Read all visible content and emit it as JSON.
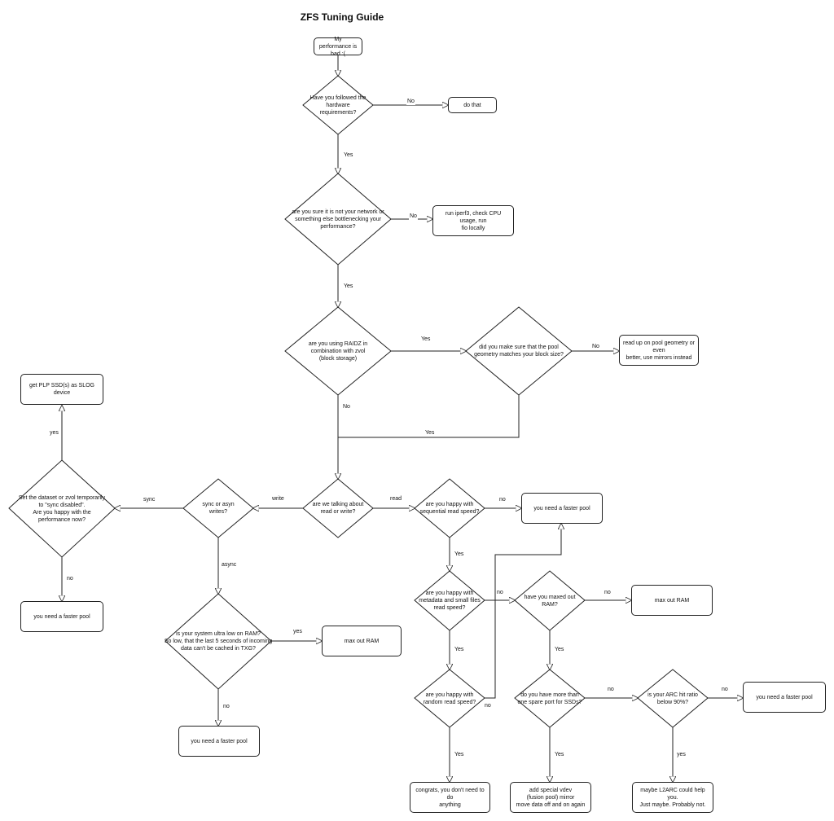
{
  "title": "ZFS Tuning Guide",
  "nodes": {
    "start": "My performance is\nbad :(",
    "q_hardware": "Have you followed the\nhardware requirements?",
    "do_that": "do that",
    "q_network": "are you sure it is not your network or\nsomething else bottlenecking your\nperformance?",
    "run_iperf": "run iperf3, check CPU usage, run\nfio locally",
    "q_raidz": "are you using RAIDZ in\ncombination with zvol\n(block storage)",
    "q_geometry": "did you make sure that the pool\ngeometry matches your block size?",
    "read_geometry": "read up on pool geometry or even\nbetter, use mirrors instead",
    "q_readwrite": "are we talking about\nread or write?",
    "q_sync": "sync or asyn\nwrites?",
    "q_sync_disabled": "Set the dataset or zvol temporarily\nto \"sync disabled\".\nAre you happy with the\nperformance now?",
    "plp_ssd": "get PLP SSD(s) as SLOG device",
    "faster_pool_left": "you need a faster pool",
    "q_ultralow_ram": "is your system ultra low on RAM?\nSo low, that the last 5 seconds of incoming\ndata can't be cached in TXG?",
    "max_ram_left": "max out RAM",
    "faster_pool_bottom": "you need a faster pool",
    "q_seq_read": "are you happy with\nsequential read speed?",
    "faster_pool_top": "you need a faster pool",
    "q_metadata": "are you happy with\nmetadata and small files\nread speed?",
    "q_maxed_ram": "have you maxed out\nRAM?",
    "max_ram_right": "max out RAM",
    "q_random_read": "are you happy with\nrandom read speed?",
    "q_spare_port": "do you have more than\none spare port for SSDs?",
    "q_arc_ratio": "is your ARC hit ratio\nbelow 90%?",
    "faster_pool_right": "you need a faster pool",
    "congrats": "congrats, you don't need to do\nanything",
    "special_vdev": "add special vdev\n(fusion pool) mirror\nmove data off and on again",
    "l2arc": "maybe L2ARC could help you.\nJust maybe. Probably not."
  },
  "edge_labels": {
    "hardware_no": "No",
    "hardware_yes": "Yes",
    "network_no": "No",
    "network_yes": "Yes",
    "raidz_yes": "Yes",
    "raidz_no": "No",
    "geometry_no": "No",
    "geometry_yes": "Yes",
    "rw_write": "write",
    "rw_read": "read",
    "sync_sync": "sync",
    "sync_async": "async",
    "syncdis_yes": "yes",
    "syncdis_no": "no",
    "ultralow_yes": "yes",
    "ultralow_no": "no",
    "seq_no": "no",
    "seq_yes": "Yes",
    "meta_no": "no",
    "meta_yes": "Yes",
    "maxed_no": "no",
    "maxed_yes": "Yes",
    "random_no": "no",
    "random_yes": "Yes",
    "spare_no": "no",
    "spare_yes": "Yes",
    "arc_no": "no",
    "arc_yes": "yes"
  }
}
